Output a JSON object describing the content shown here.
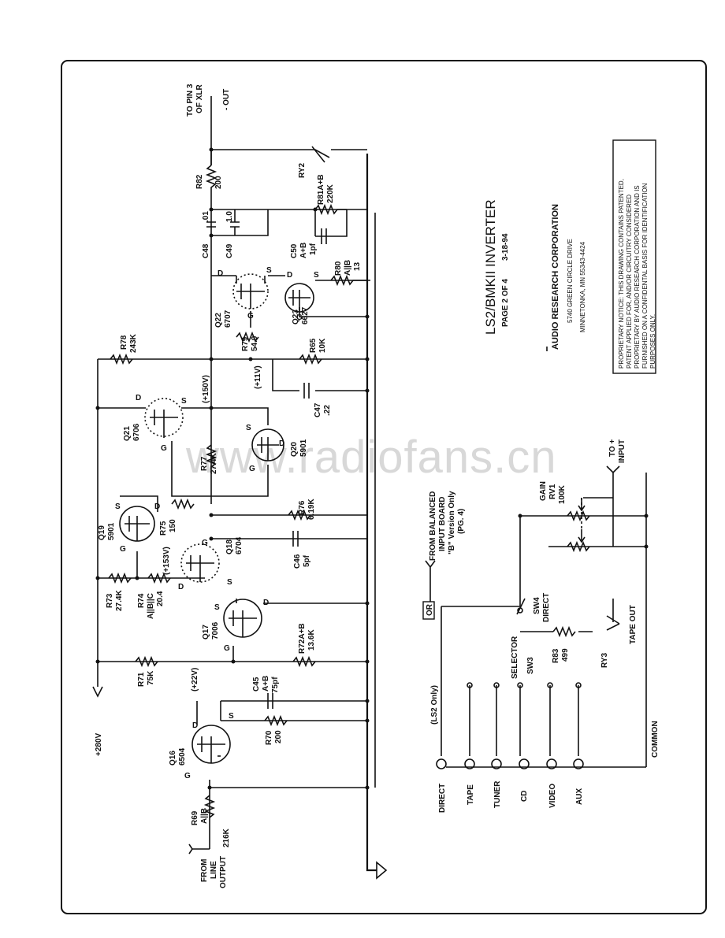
{
  "title": {
    "name": "LS2/BMKII INVERTER",
    "page": "PAGE 2 OF 4",
    "date": "3-18-94"
  },
  "company": {
    "name": "AUDIO RESEARCH CORPORATION",
    "street": "5740 GREEN CIRCLE DRIVE",
    "city": "MINNETONKA, MN 55343-4424"
  },
  "notice": [
    "PROPRIETARY NOTICE:  THIS DRAWING CONTAINS PATENTED,",
    "PATENT APPLIED FOR, AND/OR CIRCUITRY CONSIDERED",
    "PROPRIETARY BY AUDIO RESEARCH CORPORATION AND IS",
    "FURNISHED ON A CONFIDENTAL BASIS FOR IDENTIFICATION",
    "PURPOSES ONLY."
  ],
  "watermark": "www.radiofans.cn",
  "nets": {
    "to_xlr": [
      "TO PIN 3",
      "OF XLR"
    ],
    "out": "- OUT",
    "from_line": [
      "FROM",
      "LINE",
      "OUTPUT"
    ],
    "supply_280": "+280V",
    "v22": "(+22V)",
    "v153": "(+153V)",
    "v150": "(+150V)",
    "v11": "(+11V)",
    "to_input": [
      "TO +",
      "INPUT"
    ],
    "from_balanced": [
      "FROM BALANCED",
      "INPUT BOARD",
      "\"B\" Version Only",
      "(PG. 4)"
    ],
    "or_box": "OR",
    "ls2_only": "(LS2 Only)",
    "common": "COMMON"
  },
  "inputs": [
    "DIRECT",
    "TAPE",
    "TUNER",
    "CD",
    "VIDEO",
    "AUX"
  ],
  "switches": {
    "selector": "SELECTOR",
    "sw3": "SW3",
    "sw4": [
      "SW4",
      "DIRECT"
    ],
    "ry3": "RY3",
    "tape_out": "TAPE OUT",
    "ry2": "RY2",
    "gain": [
      "GAIN",
      "RV1",
      "100K"
    ]
  },
  "transistors": [
    {
      "ref": "Q16",
      "part": "6504"
    },
    {
      "ref": "Q17",
      "part": "7006"
    },
    {
      "ref": "Q18",
      "part": "6704"
    },
    {
      "ref": "Q19",
      "part": "5901"
    },
    {
      "ref": "Q20",
      "part": "5901"
    },
    {
      "ref": "Q21",
      "part": "6706"
    },
    {
      "ref": "Q22",
      "part": "6707"
    },
    {
      "ref": "Q23",
      "part": "6627"
    }
  ],
  "pins": {
    "d": "D",
    "g": "G",
    "s": "S"
  },
  "resistors": {
    "R69": [
      "R69",
      "A||B",
      "216K"
    ],
    "R70": [
      "R70",
      "200"
    ],
    "R71": [
      "R71",
      "75K"
    ],
    "R72": [
      "R72A+B",
      "13.6K"
    ],
    "R73": [
      "R73",
      "27.4K"
    ],
    "R74": [
      "R74",
      "A||B||C",
      "20.4"
    ],
    "R75": [
      "R75",
      "150"
    ],
    "R76": [
      "R76",
      "6.19K"
    ],
    "R77": [
      "R77",
      "27.4K"
    ],
    "R78": [
      "R78",
      "243K"
    ],
    "R79": [
      "R79",
      "54.9"
    ],
    "R65": [
      "R65",
      "10K"
    ],
    "R80": [
      "R80",
      "A||B",
      "13"
    ],
    "R81": [
      "R81A+B",
      "220K"
    ],
    "R82": [
      "R82",
      "200"
    ],
    "R83": [
      "R83",
      "499"
    ]
  },
  "capacitors": {
    "C45": [
      "C45",
      "A+B",
      "75pf"
    ],
    "C46": [
      "C46",
      "5pf"
    ],
    "C47": [
      "C47",
      ".22"
    ],
    "C48": [
      "C48",
      ".01"
    ],
    "C49": [
      "C49",
      "1.0"
    ],
    "C50": [
      "C50",
      "A+B",
      "1pf"
    ]
  }
}
